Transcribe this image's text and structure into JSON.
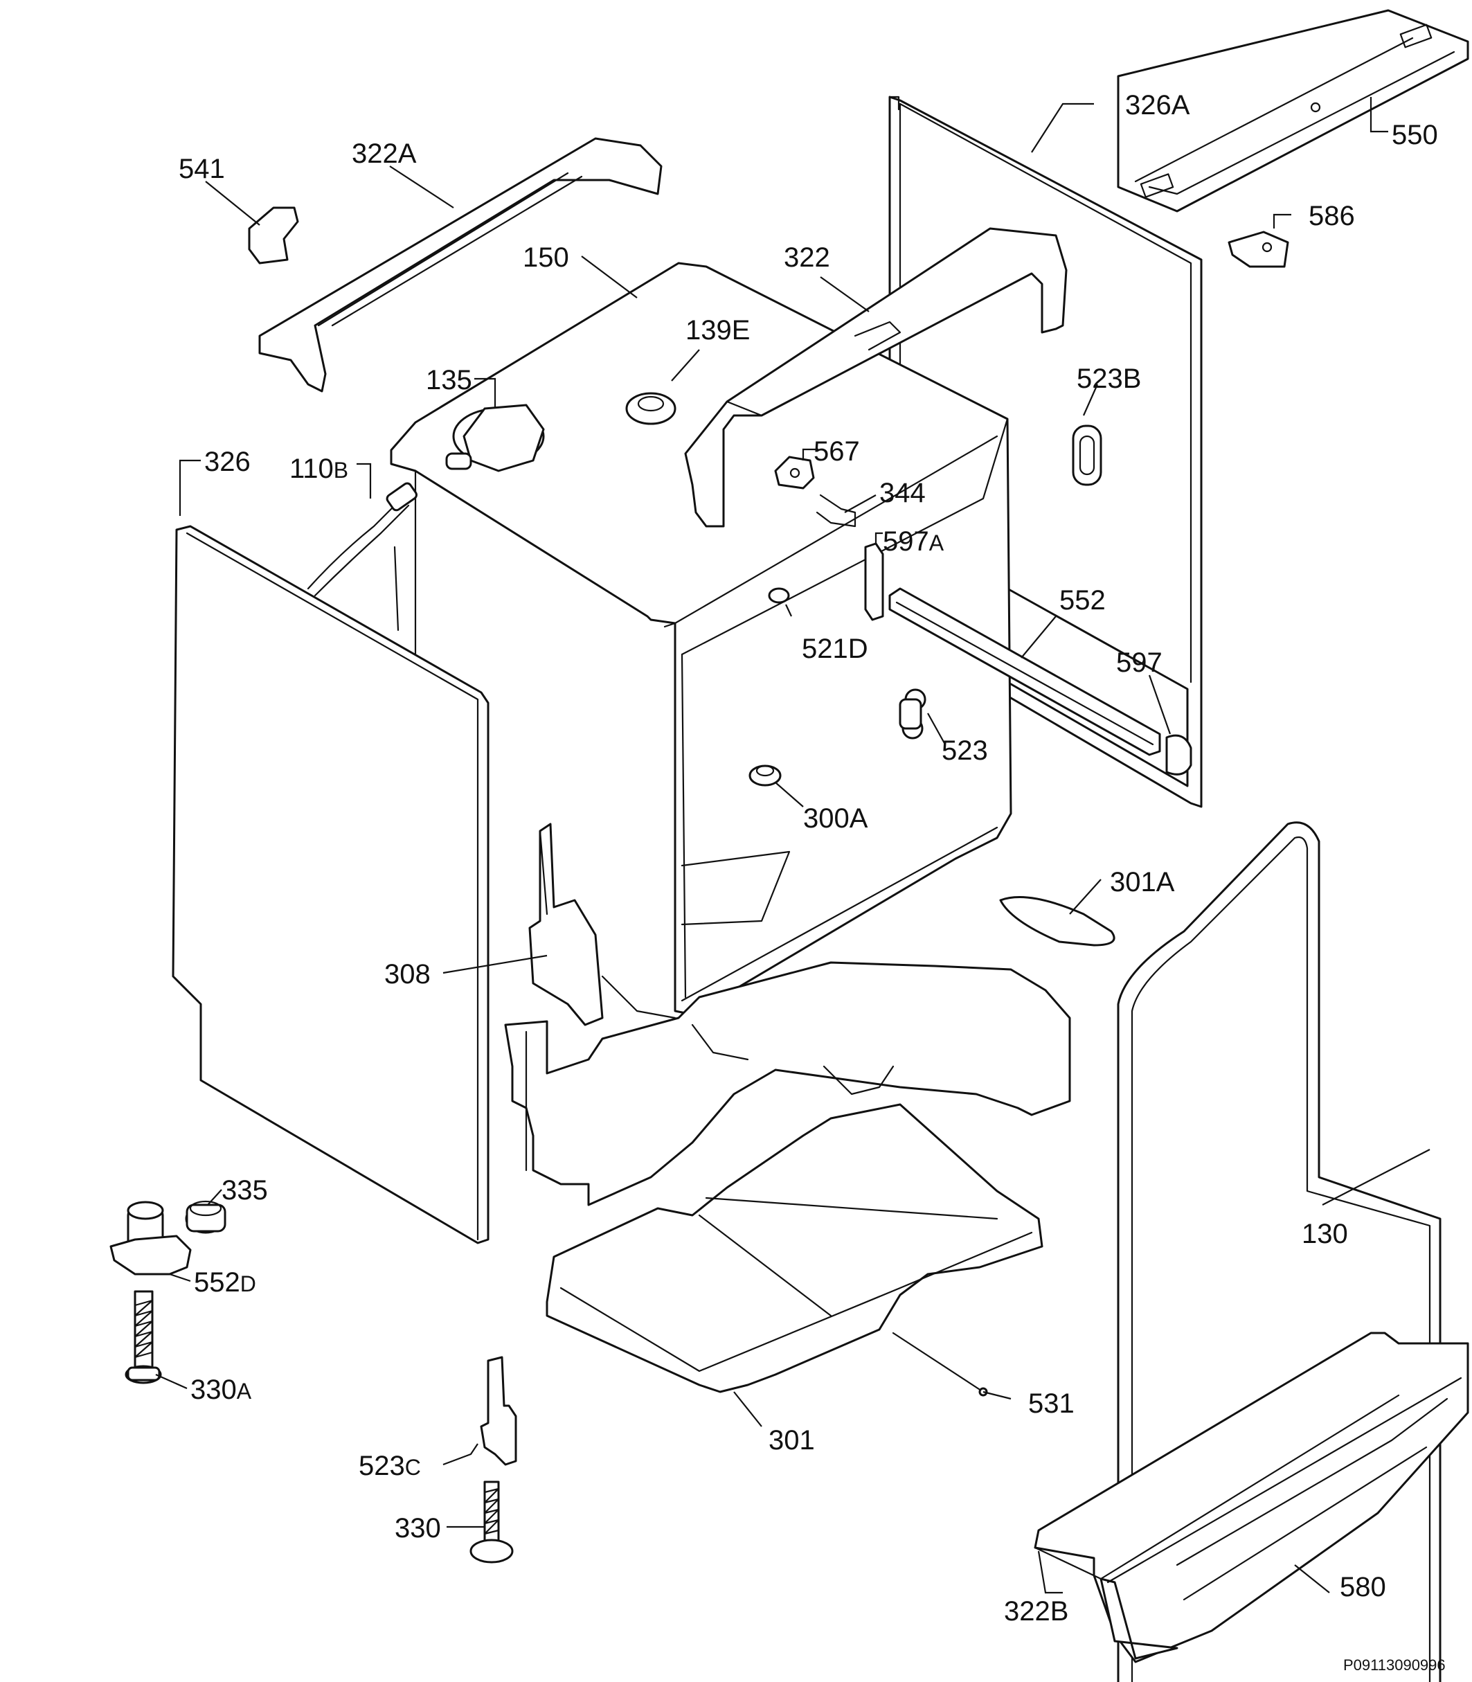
{
  "diagram": {
    "reference": "P09113090996",
    "callouts": [
      {
        "id": "c541",
        "num": "541",
        "sfx": ""
      },
      {
        "id": "c322A",
        "num": "322A",
        "sfx": ""
      },
      {
        "id": "c150",
        "num": "150",
        "sfx": ""
      },
      {
        "id": "c322",
        "num": "322",
        "sfx": ""
      },
      {
        "id": "c326A",
        "num": "326A",
        "sfx": ""
      },
      {
        "id": "c550",
        "num": "550",
        "sfx": ""
      },
      {
        "id": "c586",
        "num": "586",
        "sfx": ""
      },
      {
        "id": "c139E",
        "num": "139E",
        "sfx": ""
      },
      {
        "id": "c135",
        "num": "135",
        "sfx": ""
      },
      {
        "id": "c523B",
        "num": "523B",
        "sfx": ""
      },
      {
        "id": "c326",
        "num": "326",
        "sfx": ""
      },
      {
        "id": "c110B",
        "num": "110",
        "sfx": "B"
      },
      {
        "id": "c567",
        "num": "567",
        "sfx": ""
      },
      {
        "id": "c344",
        "num": "344",
        "sfx": ""
      },
      {
        "id": "c597A",
        "num": "597",
        "sfx": "A"
      },
      {
        "id": "c552",
        "num": "552",
        "sfx": ""
      },
      {
        "id": "c521D",
        "num": "521D",
        "sfx": ""
      },
      {
        "id": "c597",
        "num": "597",
        "sfx": ""
      },
      {
        "id": "c523",
        "num": "523",
        "sfx": ""
      },
      {
        "id": "c300A",
        "num": "300A",
        "sfx": ""
      },
      {
        "id": "c301A",
        "num": "301A",
        "sfx": ""
      },
      {
        "id": "c308",
        "num": "308",
        "sfx": ""
      },
      {
        "id": "c130",
        "num": "130",
        "sfx": ""
      },
      {
        "id": "c335",
        "num": "335",
        "sfx": ""
      },
      {
        "id": "c552D",
        "num": "552",
        "sfx": "D"
      },
      {
        "id": "c330A",
        "num": "330",
        "sfx": "A"
      },
      {
        "id": "c531",
        "num": "531",
        "sfx": ""
      },
      {
        "id": "c301",
        "num": "301",
        "sfx": ""
      },
      {
        "id": "c523C",
        "num": "523",
        "sfx": "C"
      },
      {
        "id": "c330",
        "num": "330",
        "sfx": ""
      },
      {
        "id": "c322B",
        "num": "322B",
        "sfx": ""
      },
      {
        "id": "c580",
        "num": "580",
        "sfx": ""
      }
    ]
  }
}
